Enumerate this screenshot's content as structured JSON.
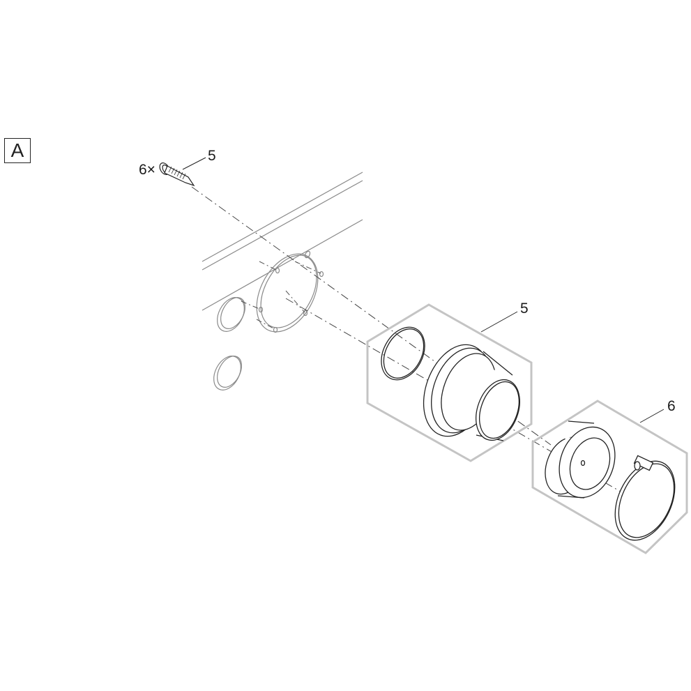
{
  "view": {
    "label": "A"
  },
  "callouts": [
    {
      "id": "screw",
      "number": "5",
      "quantity": "6×",
      "part": "screw"
    },
    {
      "id": "flange-adapter",
      "number": "5",
      "part": "flange adapter with o-ring"
    },
    {
      "id": "cap-clamp",
      "number": "6",
      "part": "end cap with hose clamp"
    }
  ],
  "colors": {
    "line": "#333333",
    "ghost_line": "#8a8a8a",
    "group_border": "#c4c4c4"
  }
}
